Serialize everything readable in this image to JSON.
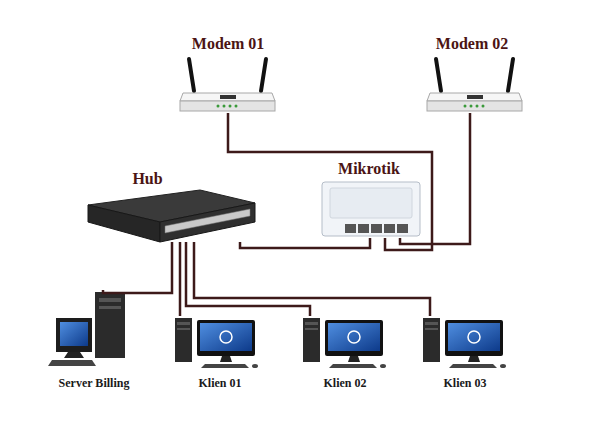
{
  "diagram": {
    "nodes": [
      {
        "text": [
          "Modem 01"
        ]
      },
      {
        "text": [
          "Modem 02"
        ]
      },
      {
        "text": [
          "Mikrotik"
        ]
      },
      {
        "text": [
          "Hub"
        ]
      },
      {
        "text": [
          "Server Billing"
        ]
      },
      {
        "text": [
          "Klien 01"
        ]
      },
      {
        "text": [
          "Klien 02"
        ]
      },
      {
        "text": [
          "Klien 03"
        ]
      }
    ],
    "edges": [
      {
        "from": 0,
        "to": 2,
        "arrow": "none"
      },
      {
        "from": 1,
        "to": 2,
        "arrow": "none"
      },
      {
        "from": 3,
        "to": 2,
        "arrow": "none"
      },
      {
        "from": 3,
        "to": 4,
        "arrow": "none"
      },
      {
        "from": 3,
        "to": 5,
        "arrow": "none"
      },
      {
        "from": 3,
        "to": 6,
        "arrow": "none"
      },
      {
        "from": 3,
        "to": 7,
        "arrow": "none"
      }
    ]
  }
}
